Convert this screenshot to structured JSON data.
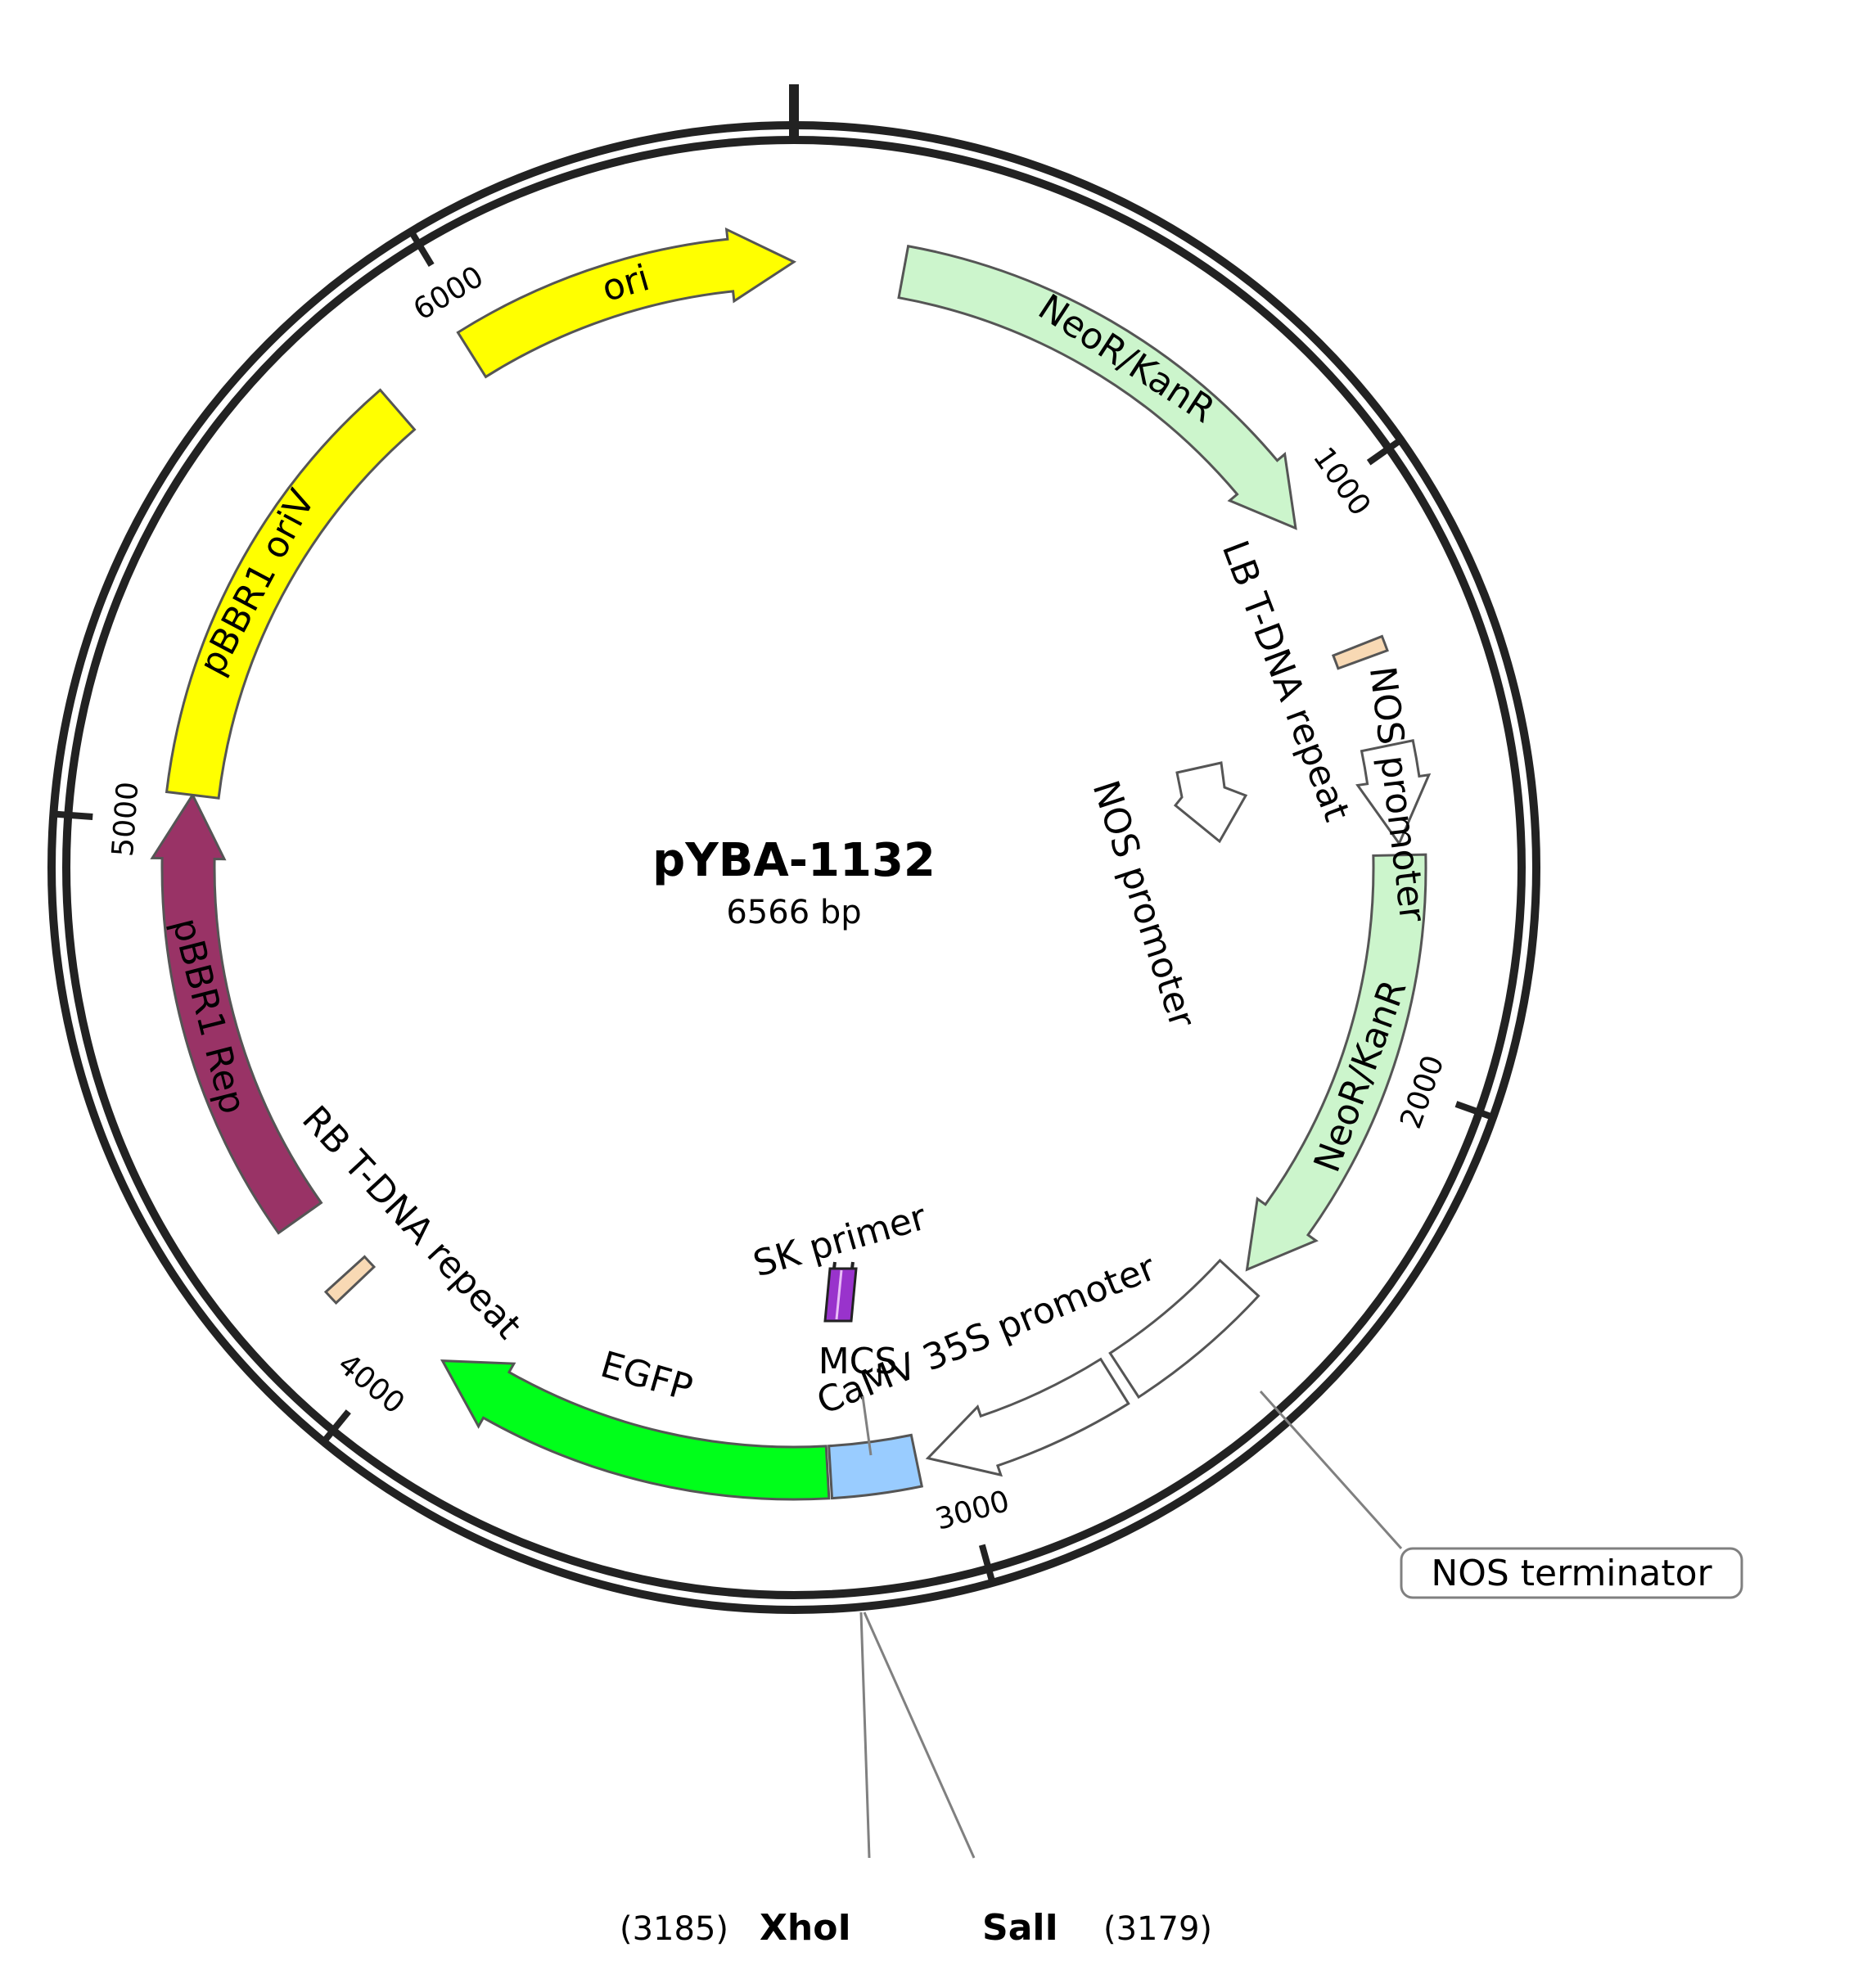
{
  "plasmid": {
    "name": "pYBA-1132",
    "size_label": "6566 bp",
    "length": 6566
  },
  "ticks": [
    {
      "pos": 1000,
      "label": "1000"
    },
    {
      "pos": 2000,
      "label": "2000"
    },
    {
      "pos": 3000,
      "label": "3000"
    },
    {
      "pos": 4000,
      "label": "4000"
    },
    {
      "pos": 5000,
      "label": "5000"
    },
    {
      "pos": 6000,
      "label": "6000"
    }
  ],
  "features": [
    {
      "name": "NeoR/KanR",
      "start": 190,
      "end": 1020,
      "strand": 1,
      "color": "#ccf5cc",
      "label_color": "#000000"
    },
    {
      "name": "LB T-DNA repeat",
      "start": 1250,
      "end": 1275,
      "strand": 0,
      "color": "#f8d9b4",
      "label_color": "#000000"
    },
    {
      "name": "NOS promoter",
      "start": 1430,
      "end": 1600,
      "strand": 1,
      "color": "#ffffff",
      "label_color": "#000000"
    },
    {
      "name": "NeoR/KanR",
      "start": 1620,
      "end": 2400,
      "strand": 1,
      "color": "#ccf5cc",
      "label_color": "#000000"
    },
    {
      "name": "NOS terminator",
      "start": 2420,
      "end": 2680,
      "strand": 0,
      "color": "#ffffff",
      "label_color": "#000000"
    },
    {
      "name": "CaMV 35S promoter",
      "start": 2700,
      "end": 3050,
      "strand": 1,
      "color": "#ffffff",
      "label_color": "#000000"
    },
    {
      "name": "MCS",
      "start": 3070,
      "end": 3220,
      "strand": 0,
      "color": "#99ccff",
      "label_color": "#000000"
    },
    {
      "name": "EGFP",
      "start": 3225,
      "end": 3930,
      "strand": 1,
      "color": "#00ff1a",
      "label_color": "#000000"
    },
    {
      "name": "RB T-DNA repeat",
      "start": 4130,
      "end": 4155,
      "strand": 0,
      "color": "#f8d9b4",
      "label_color": "#000000"
    },
    {
      "name": "pBBR1 Rep",
      "start": 4280,
      "end": 5050,
      "strand": 1,
      "color": "#993366",
      "label_color": "#ffffff"
    },
    {
      "name": "pBBR1 oriV",
      "start": 5050,
      "end": 5820,
      "strand": 0,
      "color": "#ffff00",
      "label_color": "#000000"
    },
    {
      "name": "ori",
      "start": 5980,
      "end": 6566,
      "strand": 1,
      "color": "#ffff00",
      "label_color": "#000000"
    }
  ],
  "extra_labels": {
    "nos_promoter_inner": "NOS promoter",
    "sk_primer": "SK primer"
  },
  "sites": [
    {
      "name": "XhoI",
      "position_label": "(3185)",
      "pos": 3185
    },
    {
      "name": "SalI",
      "position_label": "(3179)",
      "pos": 3179
    }
  ],
  "colors": {
    "backbone": "#222222",
    "feature_stroke": "#555555",
    "leader": "#808080",
    "primer": "#9933cc"
  }
}
